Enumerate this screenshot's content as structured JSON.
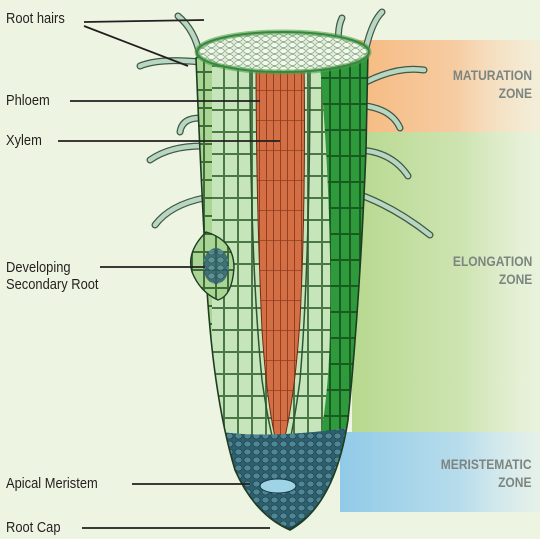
{
  "labels": {
    "root_hairs": "Root hairs",
    "phloem": "Phloem",
    "xylem": "Xylem",
    "developing_line1": "Developing",
    "developing_line2": "Secondary Root",
    "apical_meristem": "Apical Meristem",
    "root_cap": "Root Cap"
  },
  "zones": {
    "maturation": {
      "line1": "MATURATION",
      "line2": "ZONE",
      "color": "#f6b67a"
    },
    "elongation": {
      "line1": "ELONGATION",
      "line2": "ZONE",
      "color": "#b4d78a"
    },
    "meristematic": {
      "line1": "MERISTEMATIC",
      "line2": "ZONE",
      "color": "#8cc8e8"
    }
  },
  "colors": {
    "background": "#eef4e2",
    "label_text": "#231f20",
    "zone_text": "#7d8580",
    "cortex": "#bfe0b3",
    "epidermis": "#2e9a3c",
    "xylem": "#d46f45",
    "meristem": "#2f5f6e"
  }
}
